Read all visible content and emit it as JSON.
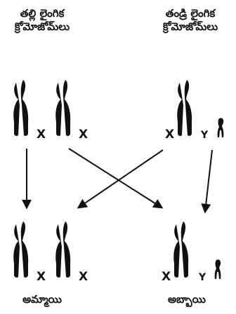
{
  "mother": {
    "title_line1": "తల్లి లైంగిక",
    "title_line2": "క్రోమోజోమ్‌లు",
    "chromosomes": [
      "X",
      "X"
    ]
  },
  "father": {
    "title_line1": "తండ్రి లైంగిక",
    "title_line2": "క్రోమోజోమ్‌లు",
    "chromosomes": [
      "X",
      "Y"
    ]
  },
  "daughter": {
    "label": "అమ్మాయి",
    "chromosomes": [
      "X",
      "X"
    ]
  },
  "son": {
    "label": "అబ్బాయి",
    "chromosomes": [
      "X",
      "Y"
    ]
  },
  "colors": {
    "ink": "#111111",
    "background": "#ffffff"
  }
}
